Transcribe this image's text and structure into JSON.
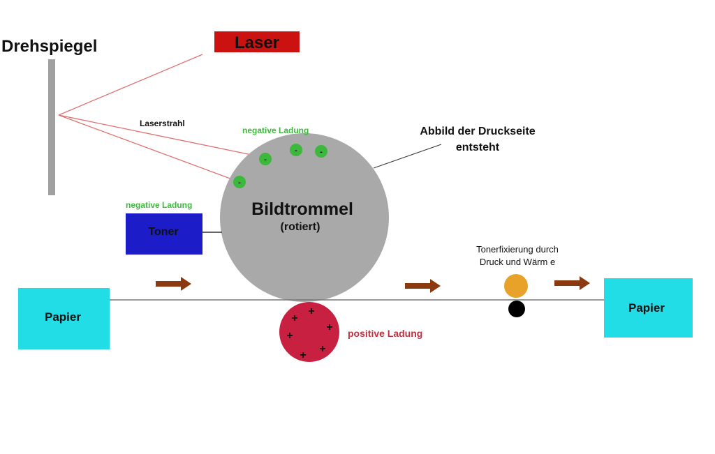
{
  "labels": {
    "mirror": "Drehspiegel",
    "laser": "Laser",
    "beam": "Laserstrahl",
    "drum_charge": "negative Ladung",
    "page_image_line1": "Abbild der Druckseite",
    "page_image_line2": "entsteht",
    "toner_charge": "negative Ladung",
    "toner": "Toner",
    "drum": "Bildtrommel",
    "drum_sub": "(rotiert)",
    "fixing_line1": "Tonerfixierung durch",
    "fixing_line2": "Druck und Wärm e",
    "paper_in": "Papier",
    "paper_out": "Papier",
    "transfer_charge": "positive Ladung",
    "minus": "-",
    "plus": "+"
  },
  "colors": {
    "laser": "#cc1111",
    "mirror": "#a0a0a0",
    "drum": "#a9a9a9",
    "charge_neg": "#3cb93c",
    "charge_neg_text": "#3cb93c",
    "toner": "#1c1cc8",
    "paper": "#22dde6",
    "transfer_roller": "#c82040",
    "transfer_text": "#c03040",
    "arrow": "#8b3a0f",
    "heat_roller": "#e8a22a",
    "pressure_roller": "#000000",
    "beam": "#e07070"
  }
}
